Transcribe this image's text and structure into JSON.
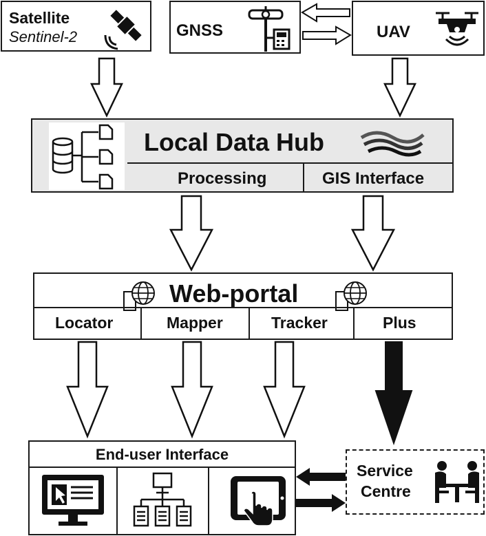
{
  "satellite": {
    "title": "Satellite",
    "subtitle": "Sentinel-2"
  },
  "gnss": {
    "label": "GNSS"
  },
  "uav": {
    "label": "UAV"
  },
  "hub": {
    "title": "Local Data Hub",
    "processing": "Processing",
    "gis": "GIS Interface"
  },
  "portal": {
    "title": "Web-portal",
    "modules": [
      "Locator",
      "Mapper",
      "Tracker",
      "Plus"
    ]
  },
  "enduser": {
    "title": "End-user Interface"
  },
  "service": {
    "line1": "Service",
    "line2": "Centre"
  },
  "icons": [
    "satellite-icon",
    "gnss-receiver-icon",
    "drone-icon",
    "database-icon",
    "waves-logo-icon",
    "globe-document-icon",
    "monitor-pointer-icon",
    "network-tree-icon",
    "tablet-touch-icon",
    "meeting-people-icon"
  ]
}
